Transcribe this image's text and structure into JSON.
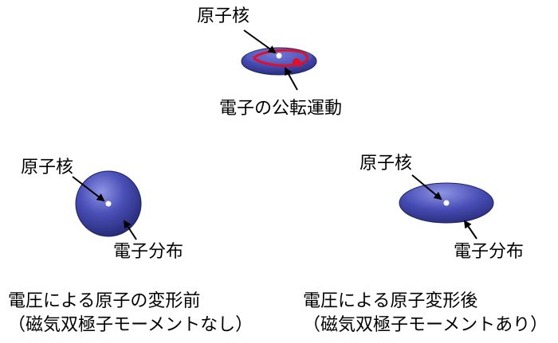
{
  "top": {
    "nucleus_label": "原子核",
    "orbit_label": "電子の公転運動"
  },
  "left": {
    "nucleus_label": "原子核",
    "distribution_label": "電子分布",
    "caption_line1": "電圧による原子の変形前",
    "caption_line2": "（磁気双極子モーメントなし）"
  },
  "right": {
    "nucleus_label": "原子核",
    "distribution_label": "電子分布",
    "caption_line1": "電圧による原子変形後",
    "caption_line2": "（磁気双極子モーメントあり）"
  },
  "colors": {
    "atom_body": "#3a3f9e",
    "atom_highlight": "#9aa0e6",
    "orbit": "#e0102a",
    "nucleus": "#ffffff"
  }
}
